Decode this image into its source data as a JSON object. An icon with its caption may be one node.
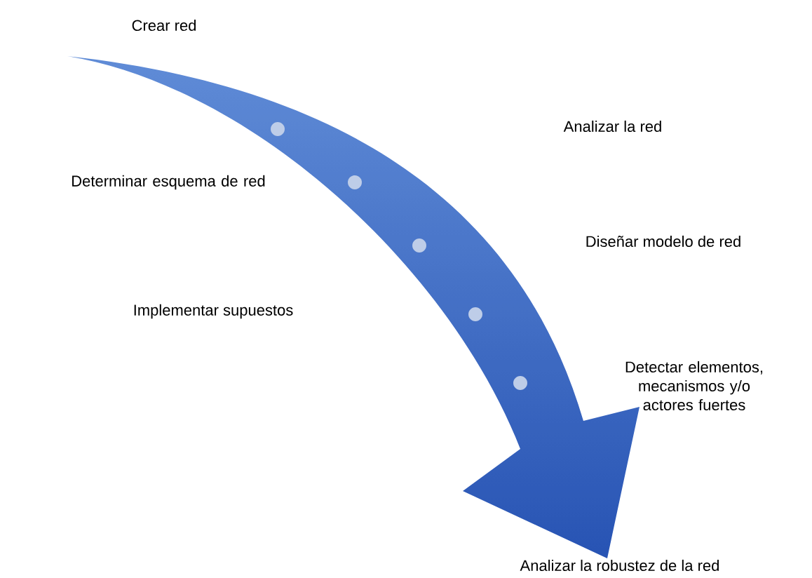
{
  "diagram": {
    "labels": [
      "Crear red",
      "Analizar la red",
      "Determinar esquema de red",
      "Diseñar modelo de red",
      "Implementar supuestos",
      "Detectar elementos, mecanismos y/o actores fuertes",
      "Analizar la robustez de la red"
    ]
  }
}
